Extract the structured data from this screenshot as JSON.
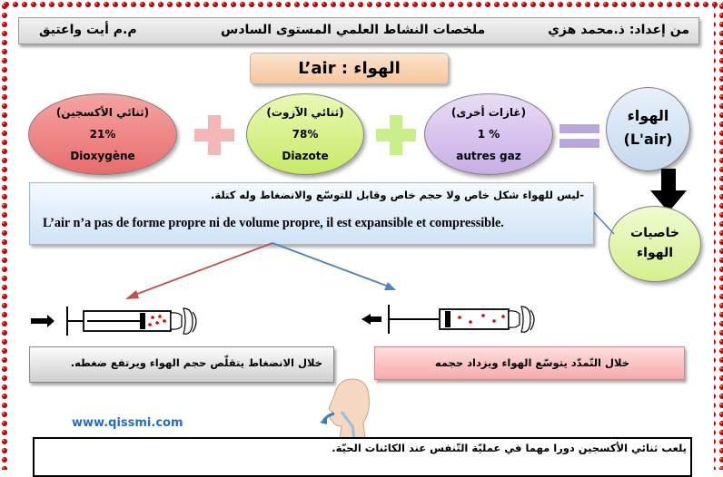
{
  "header": {
    "author": "من إعداد: ذ.محمد هزي",
    "title": "ملخصات النشاط العلمي المستوى السادس",
    "school": "م.م أيت واعتيق"
  },
  "lesson_title": "الهواء : L’air",
  "components": [
    {
      "ar": "(ثنائي الأكسجين)",
      "percent": "21%",
      "fr": "Dioxygène"
    },
    {
      "ar": "(ثنائي الآزوت)",
      "percent": "78%",
      "fr": "Diazote"
    },
    {
      "ar": "(غازات أخرى)",
      "percent": "1 %",
      "fr": "autres gaz"
    }
  ],
  "air": {
    "ar": "الهواء",
    "fr": "(L'air)"
  },
  "property": {
    "line1": "خاصيات",
    "line2": "الهواء"
  },
  "definition": {
    "ar": "-ليس للهواء شكل خاص ولا حجم خاص وقابل للتوسّع والانضغاط وله كتلة.",
    "fr": "L’air n’a pas de forme propre ni de volume propre, il est expansible et compressible."
  },
  "compression_text": "خلال الانضغاط يتقلّص حجم الهواء ويرتفع ضغطه.",
  "expansion_text": "خلال التّمدّد يتوسّع الهواء ويزداد حجمه",
  "website": "www.qissmi.com",
  "note": "يلعب ثنائي الأكسجين دورا مهما في عمليّة التّنفس عند الكائنات الحيّة.",
  "colors": {
    "frame_dots": "#c00000",
    "oxygen": "#e86d6d",
    "nitrogen": "#c7ea66",
    "other_gas": "#c7aee6",
    "air": "#c6d9ee",
    "plus_pink": "#f4b6b6",
    "plus_green": "#c9ef8a",
    "equals": "#b9a6dd",
    "red_arrow": "#c0504d",
    "blue_arrow": "#4f81bd",
    "website": "#1f6fc8"
  }
}
